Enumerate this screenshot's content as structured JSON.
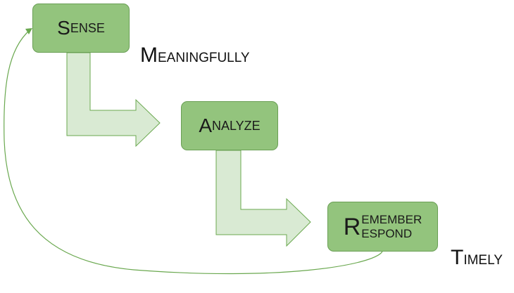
{
  "diagram": {
    "nodes": [
      {
        "id": "sense",
        "cap": "S",
        "rest": "ENSE"
      },
      {
        "id": "analyze",
        "cap": "A",
        "rest": "NALYZE"
      },
      {
        "id": "remember-respond",
        "cap": "R",
        "line1": "EMEMBER",
        "line2": "ESPOND"
      }
    ],
    "annotations": [
      {
        "id": "meaningfully",
        "cap": "M",
        "rest": "EANINGFULLY"
      },
      {
        "id": "timely",
        "cap": "T",
        "rest": "IMELY"
      }
    ],
    "edges": [
      {
        "from": "sense",
        "to": "analyze",
        "style": "block-arrow"
      },
      {
        "from": "analyze",
        "to": "remember-respond",
        "style": "block-arrow"
      },
      {
        "from": "remember-respond",
        "to": "sense",
        "style": "curved-line"
      }
    ],
    "colors": {
      "node_fill": "#93c47d",
      "node_border": "#6a9f55",
      "arrow_fill": "#d9ead3",
      "arrow_stroke": "#6aa84f",
      "loop_line": "#6aa84f"
    }
  }
}
